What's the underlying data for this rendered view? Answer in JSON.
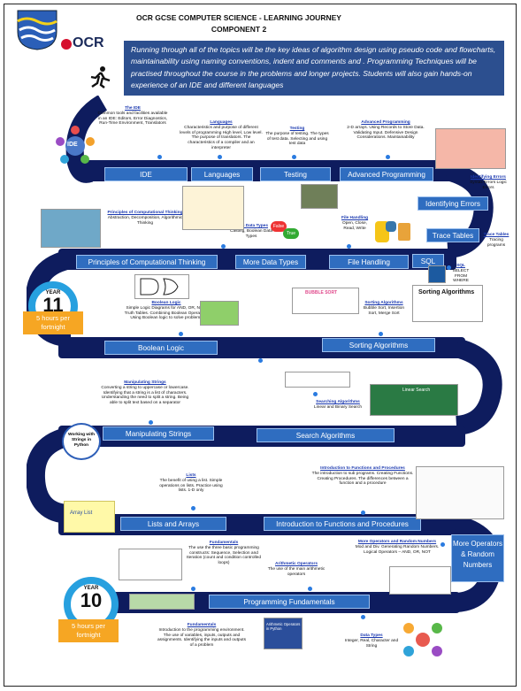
{
  "header": {
    "line1": "OCR GCSE COMPUTER SCIENCE - LEARNING JOURNEY",
    "line2": "COMPONENT 2"
  },
  "intro": "Running through all of the topics will be the key ideas of algorithm design using pseudo code and flowcharts, maintainability using naming conventions, indent and comments and . Programming Techniques will be practised throughout the course in the problems and longer projects. Students will also gain hands-on experience of an IDE and different languages",
  "labels": {
    "ide": "IDE",
    "languages": "Languages",
    "testing": "Testing",
    "advanced": "Advanced Programming",
    "errors": "Identifying Errors",
    "traces": "Trace Tables",
    "pct": "Principles of Computational Thinking",
    "moretypes": "More Data Types",
    "filehandling": "File Handling",
    "sql": "SQL",
    "boolean": "Boolean Logic",
    "sorting": "Sorting Algorithms",
    "strings": "Manipulating Strings",
    "searching": "Search Algorithms",
    "lists": "Lists and Arrays",
    "functions": "Introduction to Functions and Procedures",
    "moreops": "More Operators & Random Numbers",
    "fundamentals": "Programming Fundamentals"
  },
  "year11": {
    "year": "YEAR",
    "num": "11",
    "hours": "5 hours per fortnight"
  },
  "year10": {
    "year": "YEAR",
    "num": "10",
    "hours": "5 hours per fortnight"
  },
  "notes": {
    "ide": {
      "h": "The IDE",
      "t": "Common tools and facilities available in an IDE: Editors, Error Diagnostics, Run-Time Environment, Translators"
    },
    "languages": {
      "h": "Languages",
      "t": "Characteristics and purpose of different levels of programming High level, Low level. The purpose of translators. The characteristics of a compiler and an interpreter"
    },
    "testing": {
      "h": "Testing",
      "t": "The purpose of testing. The types of test data. Selecting and using test data"
    },
    "advanced": {
      "h": "Advanced Programming",
      "t": "2-D arrays. Using Records to Store Data. Validating Input. Defensive Design Considerations. Maintainability"
    },
    "errors": {
      "h": "Identifying Errors",
      "t": "Syntax Errors Logic Errors"
    },
    "pct": {
      "h": "Principles of Computational Thinking",
      "t": "Abstraction, Decomposition, Algorithmic Thinking"
    },
    "moretypes": {
      "h": "More Data Types",
      "t": "Casting, Boolean Data Types"
    },
    "filehandling": {
      "h": "File Handling",
      "t": "Open, Close, Read, Write"
    },
    "traces": {
      "h": "Trace Tables",
      "t": "Tracing programs"
    },
    "sql": {
      "h": "SQL",
      "t": "SELECT FROM WHERE"
    },
    "boolean": {
      "h": "Boolean Logic",
      "t": "Simple Logic Diagrams for AND, OR, NOT. Truth Tables. Combining Boolean Operators. Using Boolean logic to solve problems"
    },
    "sorting": {
      "h": "Sorting Algorithms",
      "t": "Bubble Sort, Insertion Sort, Merge Sort"
    },
    "strings": {
      "h": "Manipulating Strings",
      "t": "Converting a string to uppercase or lowercase. Identifying that a string is a list of characters. Understanding the need to split a string. Being able to split text based on a separator"
    },
    "searching": {
      "h": "Searching Algorithms",
      "t": "Linear and Binary Search"
    },
    "lists": {
      "h": "Lists",
      "t": "The benefit of using a list. Simple operations on lists. Practice using lists. 1-D only"
    },
    "functions": {
      "h": "Introduction to Functions and Procedures",
      "t": "The introduction to sub programs. Creating Functions. Creating Procedures. The differences between a function and a procedure"
    },
    "fundamentals": {
      "h": "Fundamentals",
      "t": "The use the three basic programming constructs: Sequence, Selection and Iteration (count and condition controlled loops)"
    },
    "arith": {
      "h": "Arithmetic Operators",
      "t": "The use of the main arithmetic operators"
    },
    "moreops": {
      "h": "More Operators and Random Numbers",
      "t": "Mod and Div. Generating Random Numbers. Logical Operators – AND, OR, NOT"
    },
    "fund2": {
      "h": "Fundamentals",
      "t": "Introduction to the programming environment. The use of variables, inputs, outputs and assignments. Identifying the inputs and outputs of a problem"
    },
    "datatypes": {
      "h": "Data Types",
      "t": "Integer, Real, Character and String"
    }
  },
  "pics": {
    "strings": "Working with Strings in Python",
    "array": "Array List",
    "sortimg": "Sorting Algorithms",
    "bubble": "BUBBLE SORT",
    "linear": "Linear Search",
    "arithimg": "Arithmetic Operators in Python",
    "ocr": "OCR",
    "ide_circle": "IDE",
    "false_t": "False",
    "true_t": "True"
  },
  "colors": {
    "road": "#0e1c5e",
    "label": "#2f6dc0",
    "intro": "#2c4f8f",
    "badge": "#27a0df",
    "hours": "#f6a623"
  }
}
